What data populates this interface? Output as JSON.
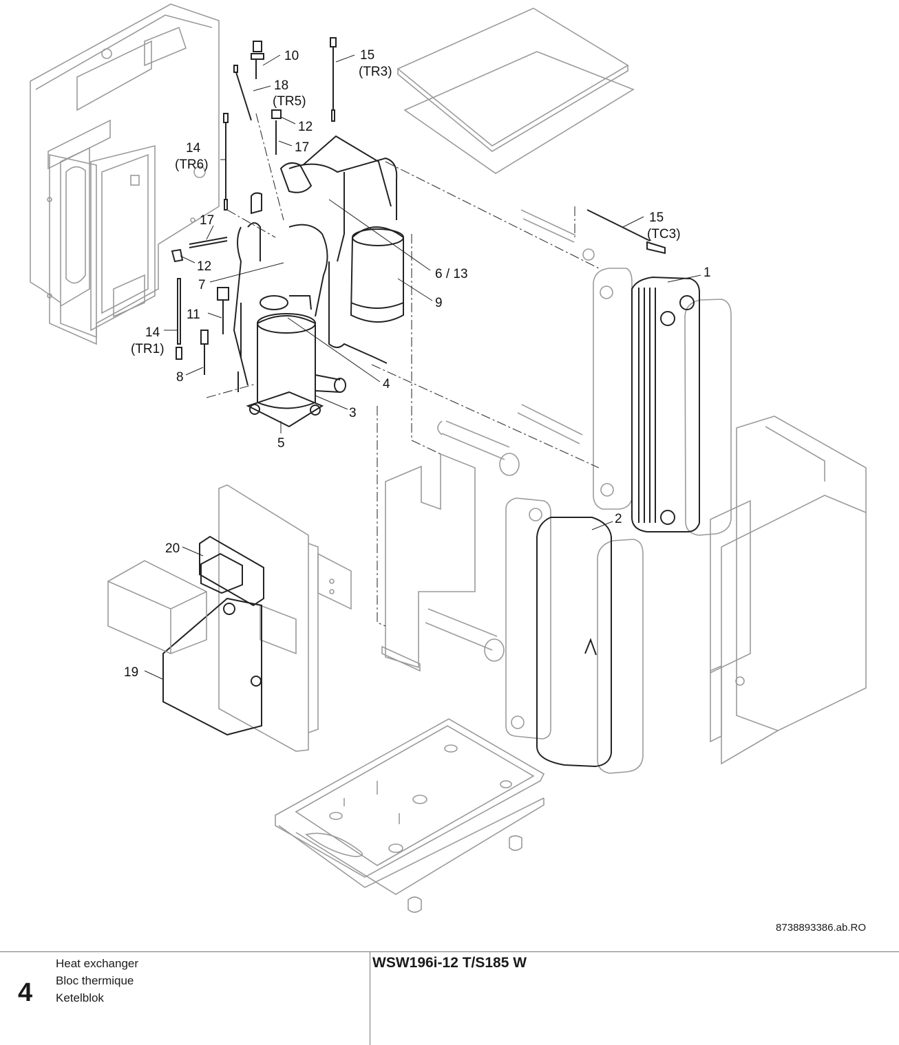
{
  "callouts": {
    "c1": "1",
    "c2": "2",
    "c3": "3",
    "c4": "4",
    "c5": "5",
    "c6_13": "6 / 13",
    "c7": "7",
    "c8": "8",
    "c9": "9",
    "c10": "10",
    "c11": "11",
    "c12a": "12",
    "c12b": "12",
    "c14a": "14",
    "c14a_sub": "(TR6)",
    "c14b": "14",
    "c14b_sub": "(TR1)",
    "c15a": "15",
    "c15a_sub": "(TR3)",
    "c15b": "15",
    "c15b_sub": "(TC3)",
    "c17a": "17",
    "c17b": "17",
    "c18": "18",
    "c18_sub": "(TR5)",
    "c19": "19",
    "c20": "20"
  },
  "drawing_ref": "8738893386.ab.RO",
  "footer": {
    "section_number": "4",
    "titles": [
      "Heat exchanger",
      "Bloc thermique",
      "Ketelblok"
    ],
    "model": "WSW196i-12 T/S185 W"
  }
}
